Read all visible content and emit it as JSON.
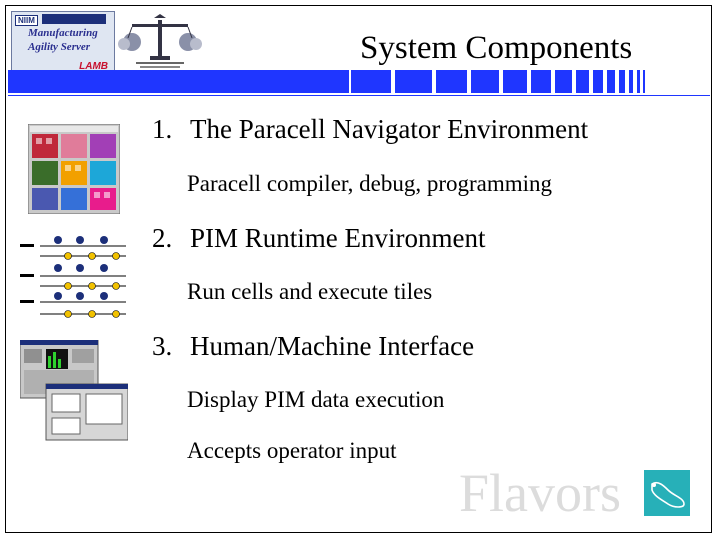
{
  "header": {
    "logo": {
      "brand": "NIIM",
      "line1": "Manufacturing",
      "line2": "Agility Server",
      "badge": "LAMB"
    },
    "title": "System Components"
  },
  "items": [
    {
      "number": "1.",
      "label": "The Paracell Navigator Environment",
      "details": [
        "Paracell compiler, debug, programming"
      ]
    },
    {
      "number": "2.",
      "label": "PIM Runtime Environment",
      "details": [
        "Run cells and execute tiles"
      ]
    },
    {
      "number": "3.",
      "label": "Human/Machine Interface",
      "details": [
        "Display PIM data execution",
        "Accepts operator input"
      ]
    }
  ],
  "watermark": "Flavors",
  "colors": {
    "accent": "#1f36ff",
    "watermark": "#dcdcdc",
    "badge": "#27b0b8"
  },
  "icons": [
    "scales-of-justice-icon",
    "paracell-navigator-thumbnail",
    "pim-runtime-diagram",
    "hmi-screens-thumbnail",
    "flavors-shoe-icon"
  ]
}
